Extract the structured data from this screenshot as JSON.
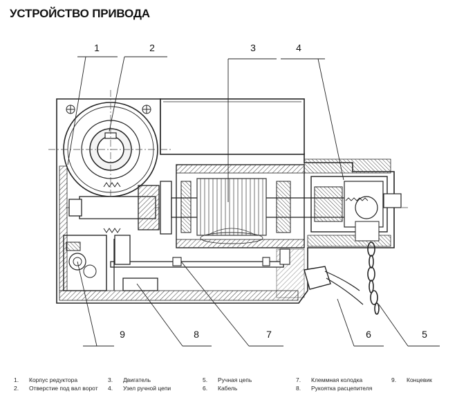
{
  "title": "УСТРОЙСТВО ПРИВОДА",
  "callouts": {
    "c1": "1",
    "c2": "2",
    "c3": "3",
    "c4": "4",
    "c5": "5",
    "c6": "6",
    "c7": "7",
    "c8": "8",
    "c9": "9"
  },
  "legend": [
    {
      "num": "1.",
      "label": "Корпус редуктора"
    },
    {
      "num": "2.",
      "label": "Отверстие под вал ворот"
    },
    {
      "num": "3.",
      "label": "Двигатель"
    },
    {
      "num": "4.",
      "label": "Узел ручной цепи"
    },
    {
      "num": "5.",
      "label": "Ручная цепь"
    },
    {
      "num": "6.",
      "label": "Кабель"
    },
    {
      "num": "7.",
      "label": "Клеммная колодка"
    },
    {
      "num": "8.",
      "label": "Рукоятка расцепителя"
    },
    {
      "num": "9.",
      "label": "Концевик"
    }
  ]
}
